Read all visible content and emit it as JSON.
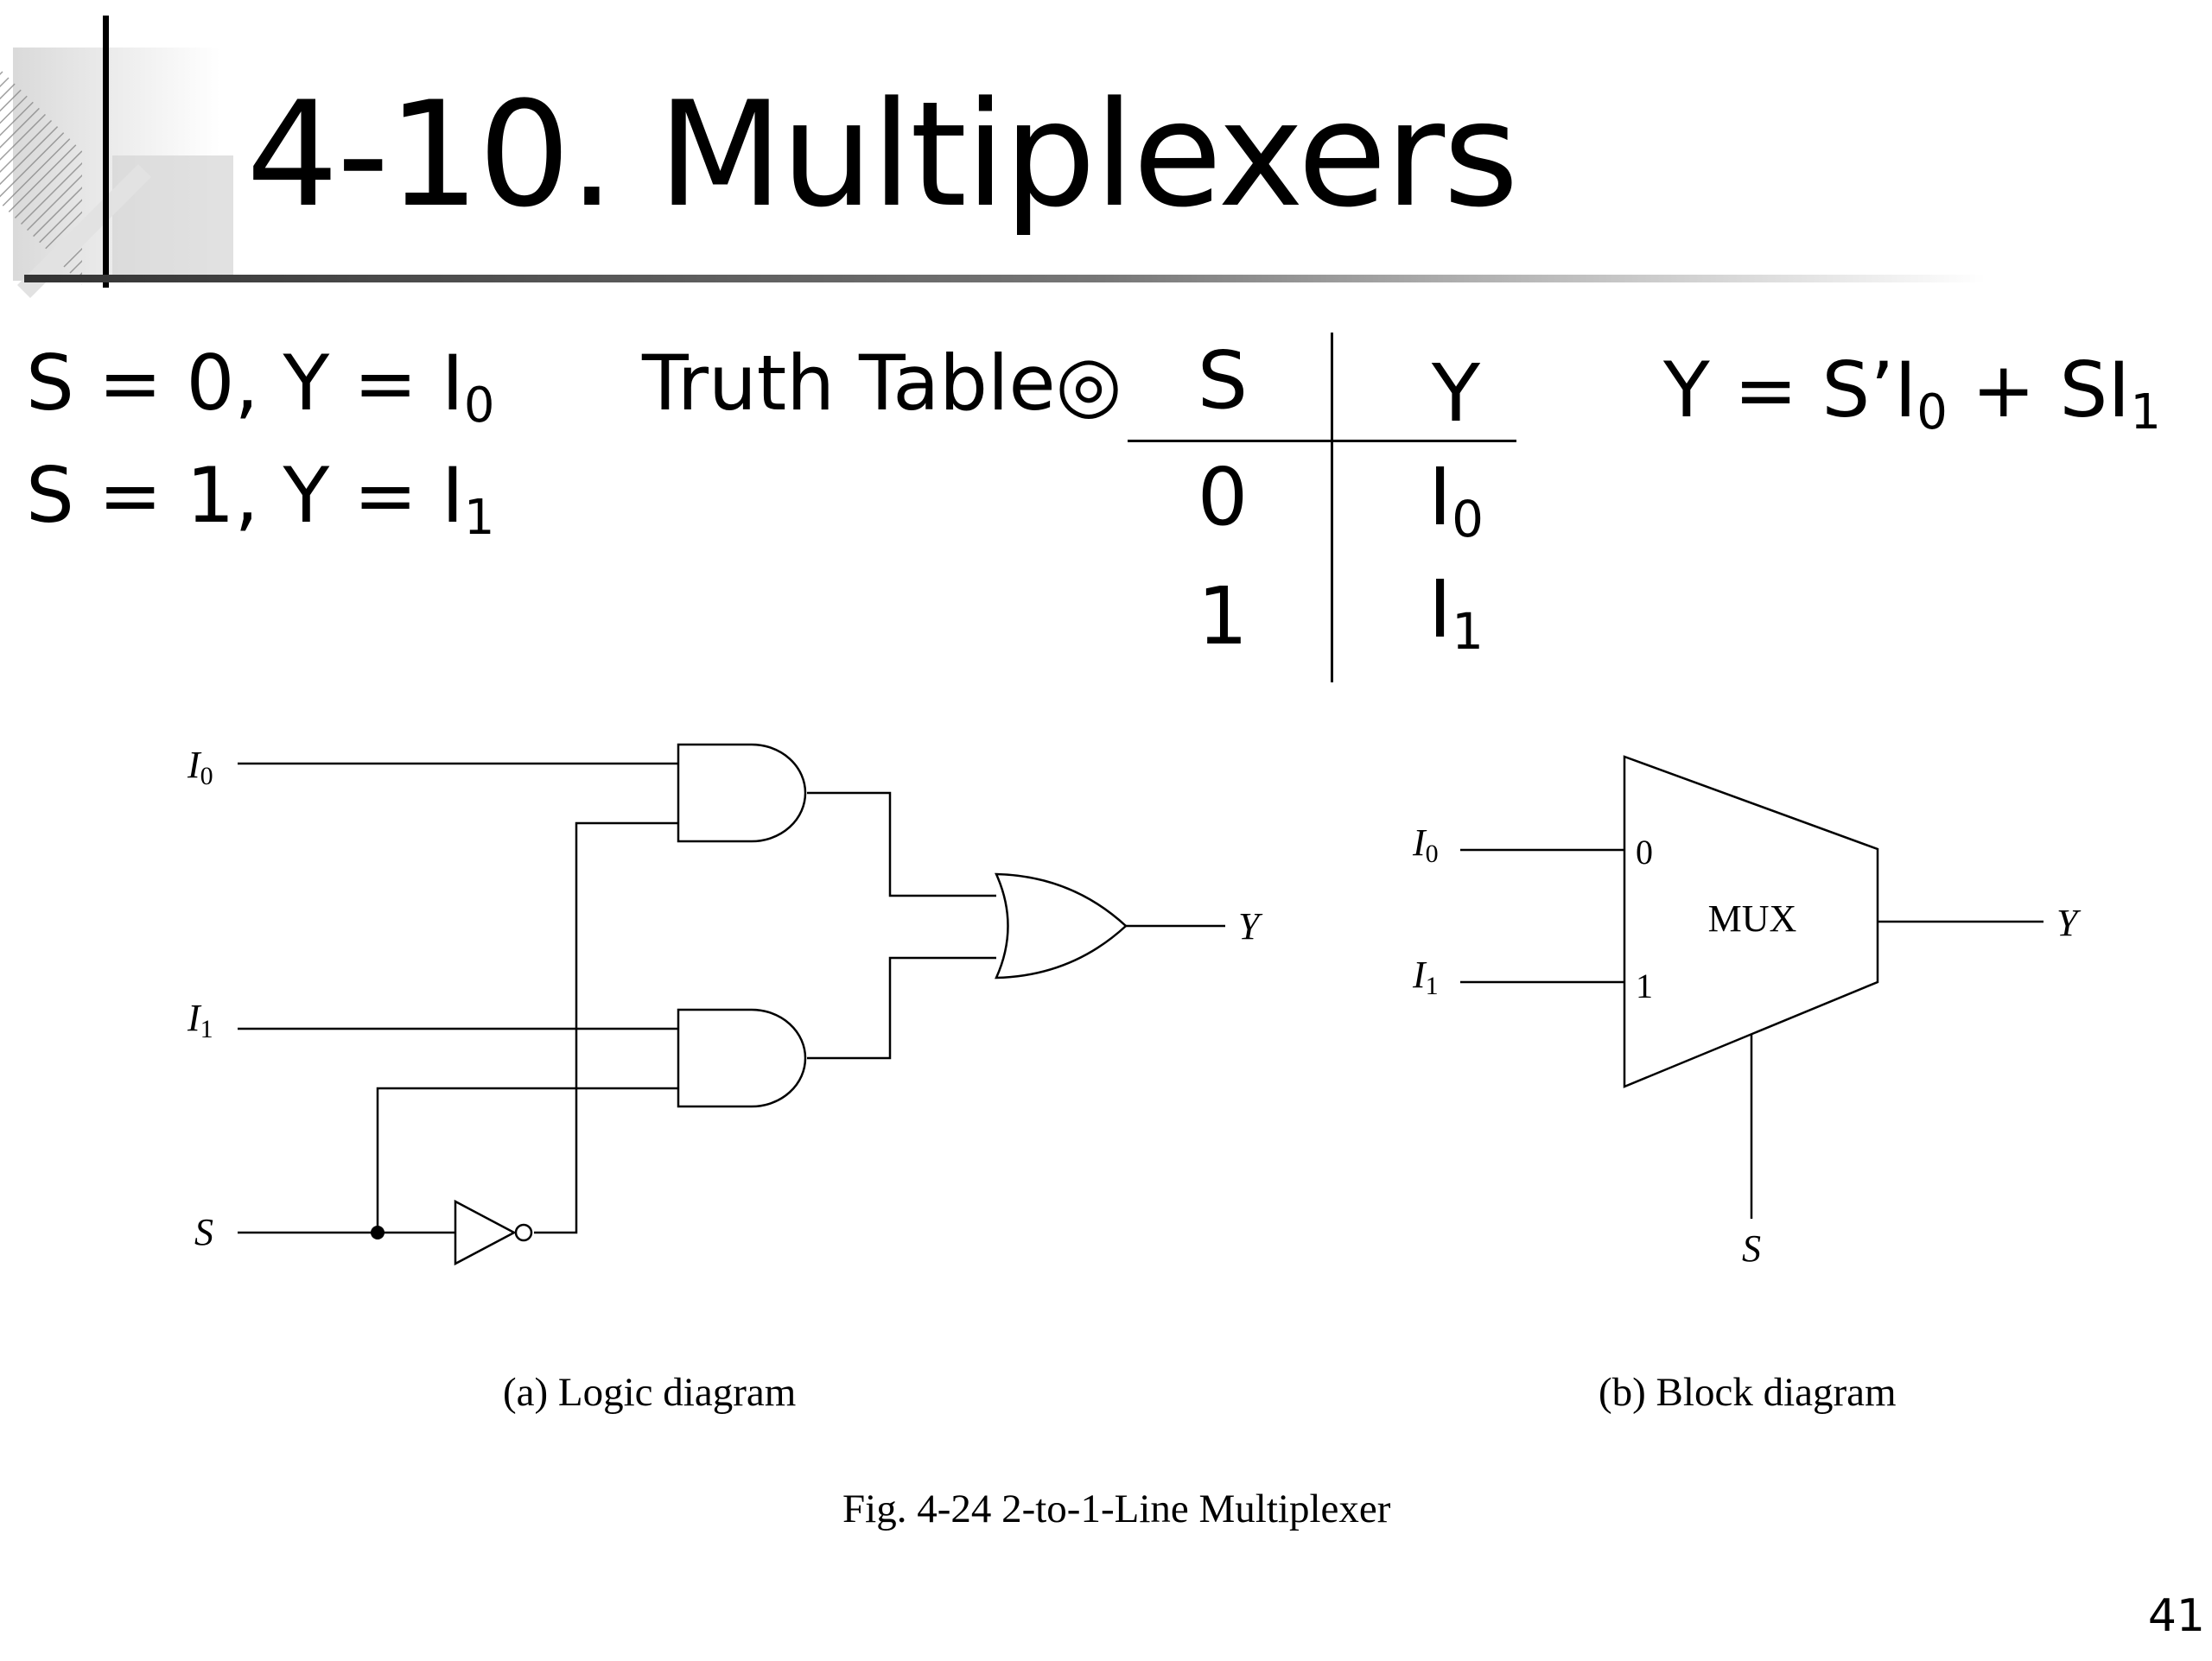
{
  "slide": {
    "title": "4-10. Multiplexers",
    "page_number": "41"
  },
  "equations": {
    "line1": {
      "prefix": "S = 0, Y = I",
      "sub": "0"
    },
    "line2": {
      "prefix": "S = 1, Y = I",
      "sub": "1"
    },
    "boolean": {
      "part1": "Y = S’I",
      "sub1": "0",
      "part2": " + SI",
      "sub2": "1"
    }
  },
  "truth_table": {
    "label": "Truth Table◎",
    "headers": [
      "S",
      "Y"
    ],
    "rows": [
      {
        "s": "0",
        "y": "I",
        "y_sub": "0"
      },
      {
        "s": "1",
        "y": "I",
        "y_sub": "1"
      }
    ]
  },
  "logic_diagram": {
    "input_i0": "I",
    "input_i0_sub": "0",
    "input_i1": "I",
    "input_i1_sub": "1",
    "input_s": "S",
    "output_y": "Y",
    "caption": "(a) Logic diagram"
  },
  "block_diagram": {
    "input_i0": "I",
    "input_i0_sub": "0",
    "input_i1": "I",
    "input_i1_sub": "1",
    "pin0": "0",
    "pin1": "1",
    "mux_label": "MUX",
    "output_y": "Y",
    "select_s": "S",
    "caption": "(b) Block diagram"
  },
  "figure_caption": "Fig. 4-24  2-to-1-Line Multiplexer"
}
